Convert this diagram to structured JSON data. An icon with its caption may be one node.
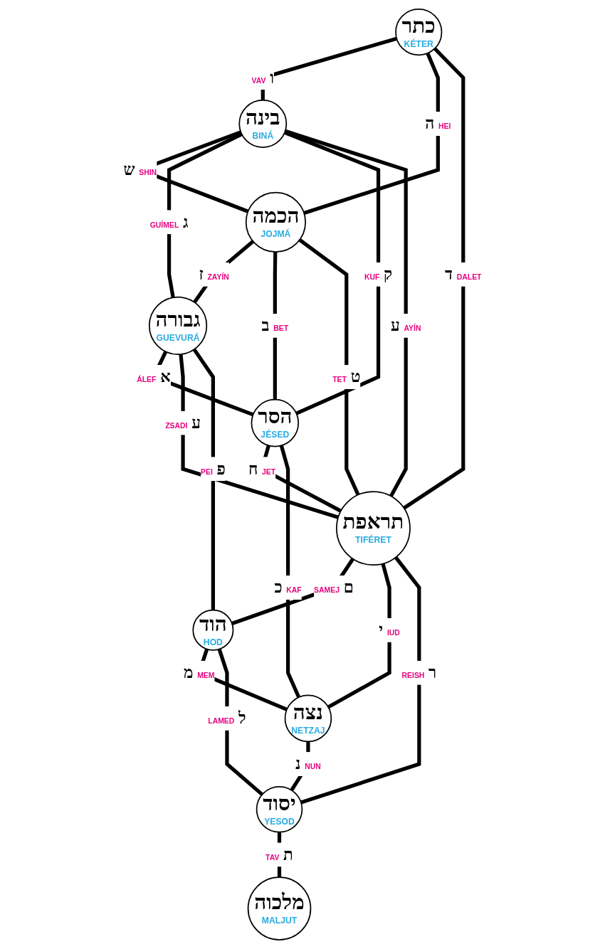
{
  "diagram": {
    "nodes": [
      {
        "text": [
          "כתר",
          "KÉTER"
        ]
      },
      {
        "text": [
          "בינה",
          "BINÁ"
        ]
      },
      {
        "text": [
          "הכמה",
          "JOJMÁ"
        ]
      },
      {
        "text": [
          "גבורה",
          "GUEVURÁ"
        ]
      },
      {
        "text": [
          "הסר",
          "JÉSED"
        ]
      },
      {
        "text": [
          "תראפת",
          "TIFÉRET"
        ]
      },
      {
        "text": [
          "הוד",
          "HOD"
        ]
      },
      {
        "text": [
          "נצה",
          "NETZAJ"
        ]
      },
      {
        "text": [
          "יסוד",
          "YESOD"
        ]
      },
      {
        "text": [
          "מלכוה",
          "MALJUT"
        ]
      }
    ],
    "edges": [
      {
        "from": 0,
        "to": 1,
        "arrow": "none",
        "label": "VAV ו"
      },
      {
        "from": 0,
        "to": 2,
        "arrow": "none",
        "label": "ה HEI"
      },
      {
        "from": 0,
        "to": 5,
        "arrow": "none",
        "label": "ד DALET"
      },
      {
        "from": 1,
        "to": 2,
        "arrow": "none",
        "label": "ש SHIN"
      },
      {
        "from": 1,
        "to": 3,
        "arrow": "none",
        "label": "GUÍMEL ג"
      },
      {
        "from": 1,
        "to": 4,
        "arrow": "none",
        "label": "KUF ק"
      },
      {
        "from": 1,
        "to": 5,
        "arrow": "none",
        "label": "ע AYÍN"
      },
      {
        "from": 2,
        "to": 3,
        "arrow": "none",
        "label": "ז ZAYÍN"
      },
      {
        "from": 2,
        "to": 4,
        "arrow": "none",
        "label": "ב BET"
      },
      {
        "from": 2,
        "to": 5,
        "arrow": "none",
        "label": "TET ט"
      },
      {
        "from": 3,
        "to": 4,
        "arrow": "none",
        "label": "ÁLEF א"
      },
      {
        "from": 3,
        "to": 5,
        "arrow": "none",
        "label": "ZSADI ע"
      },
      {
        "from": 3,
        "to": 6,
        "arrow": "none",
        "label": "PEI פ"
      },
      {
        "from": 4,
        "to": 5,
        "arrow": "none",
        "label": "ח JET"
      },
      {
        "from": 4,
        "to": 7,
        "arrow": "none",
        "label": "כ KAF"
      },
      {
        "from": 5,
        "to": 6,
        "arrow": "none",
        "label": "SAMEJ ם"
      },
      {
        "from": 5,
        "to": 7,
        "arrow": "none",
        "label": "י IUD"
      },
      {
        "from": 5,
        "to": 8,
        "arrow": "none",
        "label": "REISH ר"
      },
      {
        "from": 6,
        "to": 7,
        "arrow": "none",
        "label": "מ MEM"
      },
      {
        "from": 6,
        "to": 8,
        "arrow": "none",
        "label": "LAMED ל"
      },
      {
        "from": 7,
        "to": 8,
        "arrow": "none",
        "label": "נ NUN"
      },
      {
        "from": 8,
        "to": 9,
        "arrow": "none",
        "label": "TAV ת"
      }
    ]
  }
}
